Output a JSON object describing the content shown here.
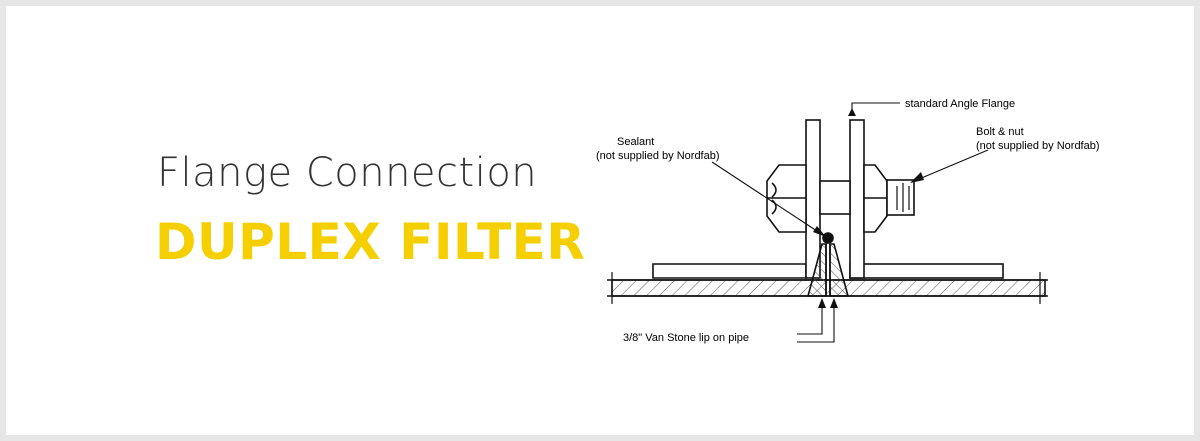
{
  "heading": {
    "title": "Flange Connection",
    "subtitle": "DUPLEX FILTER",
    "subtitle_color": "#f5cf00"
  },
  "diagram": {
    "labels": {
      "angle_flange": "standard Angle Flange",
      "sealant_line1": "Sealant",
      "sealant_line2": "(not supplied by Nordfab)",
      "bolt_line1": "Bolt & nut",
      "bolt_line2": "(not supplied by Nordfab)",
      "van_stone": "3/8\" Van Stone lip on pipe"
    }
  }
}
